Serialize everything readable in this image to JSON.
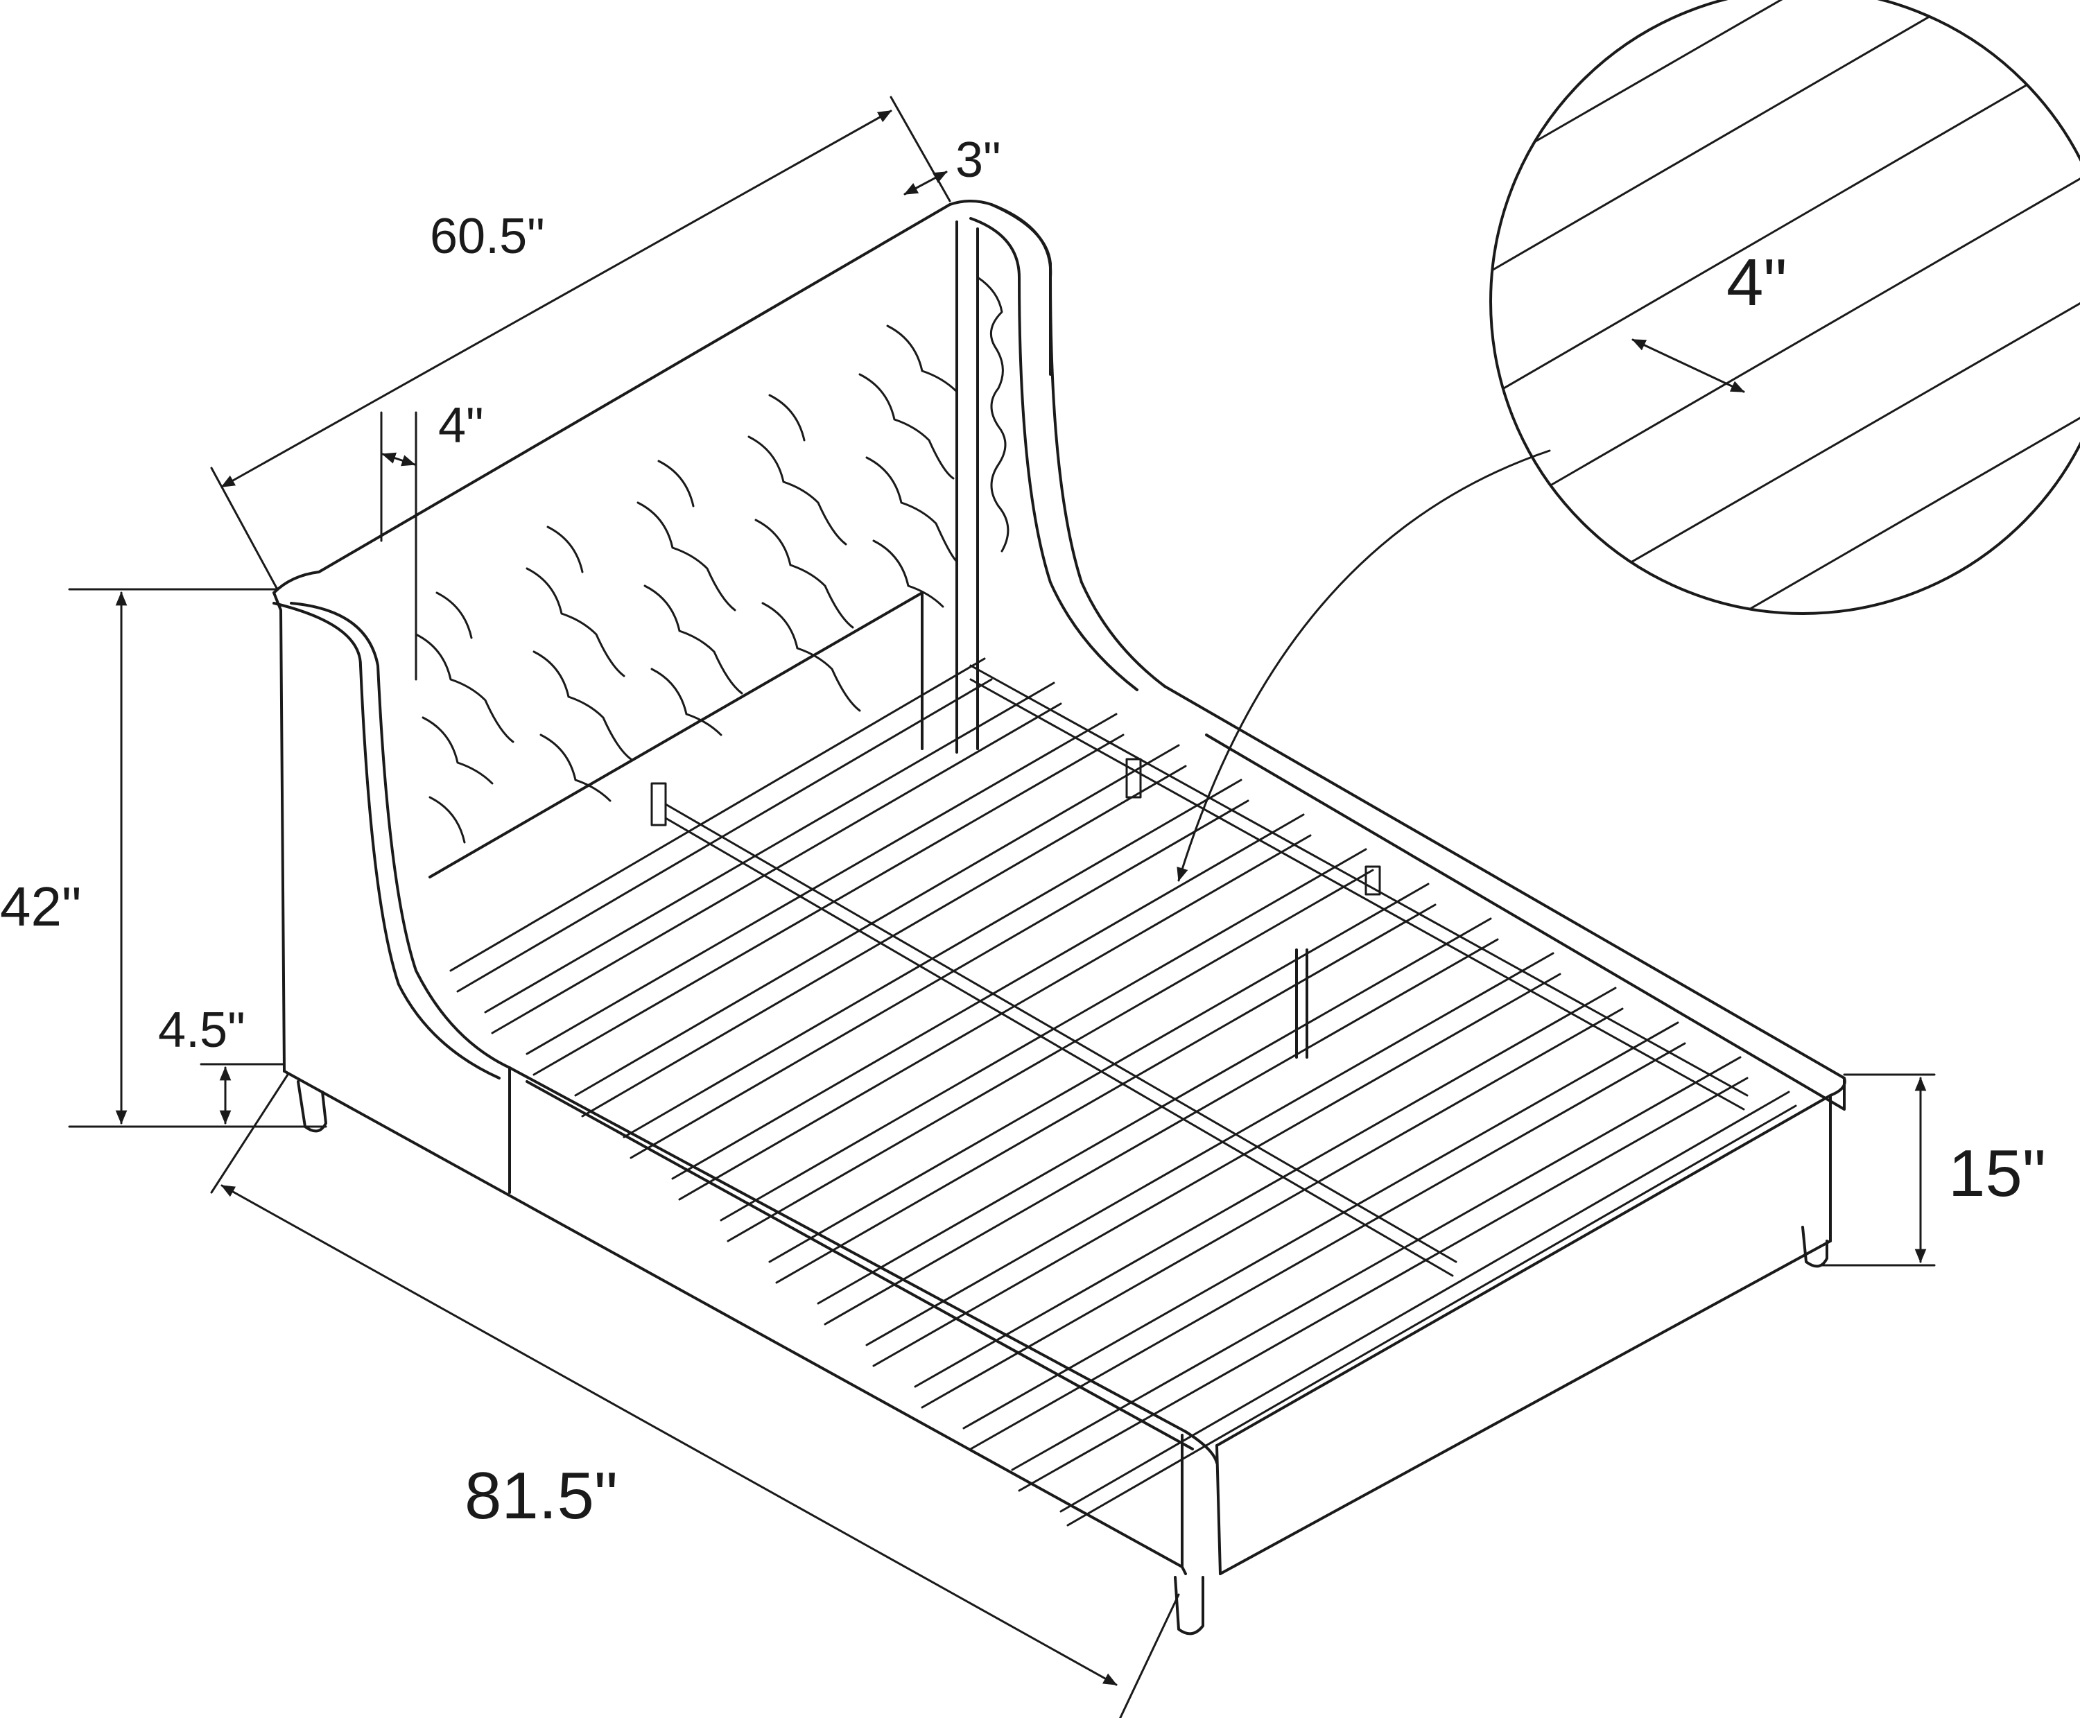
{
  "dimensions": {
    "headboard_width": "60.5\"",
    "headboard_top_depth": "3\"",
    "headboard_side_thickness": "4\"",
    "total_height": "42\"",
    "leg_height": "4.5\"",
    "total_length": "81.5\"",
    "frame_height": "15\"",
    "slat_width": "4\""
  },
  "colors": {
    "line": "#1a1a1a",
    "background": "#ffffff"
  }
}
